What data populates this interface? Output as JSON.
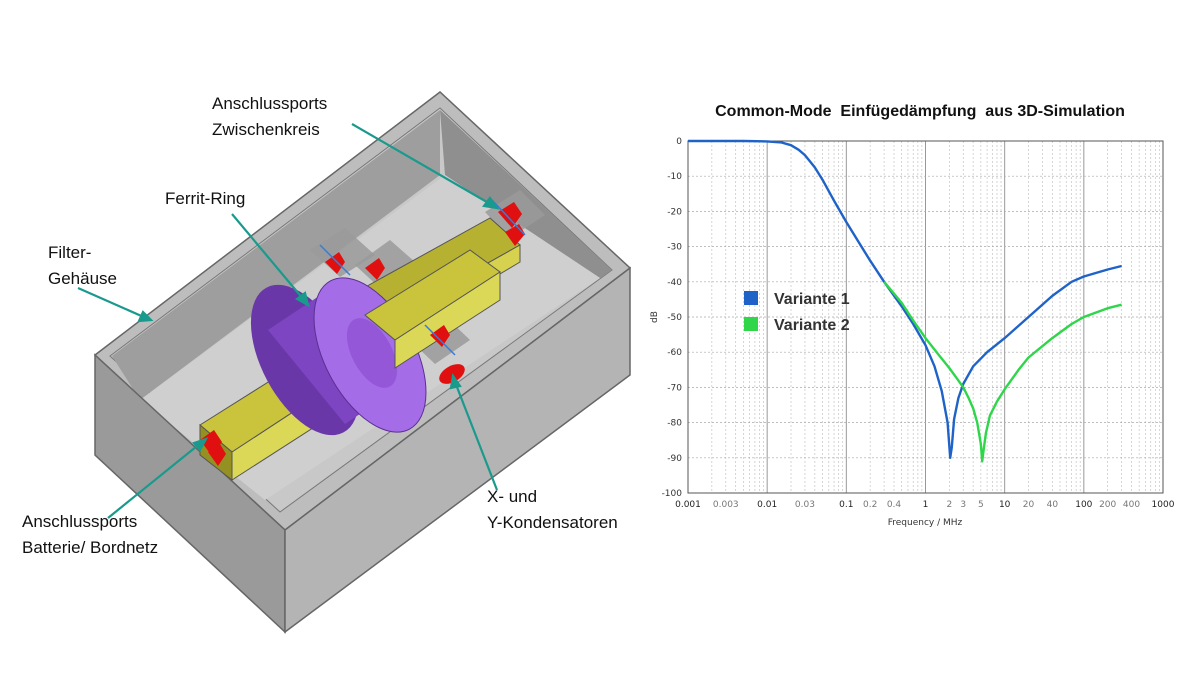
{
  "callouts": {
    "zwischenkreis": [
      "Anschlussports",
      "Zwischenkreis"
    ],
    "ferrit": [
      "Ferrit-Ring"
    ],
    "gehaeuse": [
      "Filter-",
      "Gehäuse"
    ],
    "batterie": [
      "Anschlussports",
      "Batterie/ Bordnetz"
    ],
    "kondensatoren": [
      "X- und",
      "Y-Kondensatoren"
    ]
  },
  "colors": {
    "arrow": "#1a9a8c",
    "ferrite": "#8a4fd0",
    "busbar": "#c9c43c",
    "housing": "#9c9c9c",
    "port": "#e01010",
    "series1": "#1f63c9",
    "series2": "#2fd64a"
  },
  "chart_data": {
    "type": "line",
    "title": "Common-Mode  Einfügedämpfung  aus 3D-Simulation",
    "xlabel": "Frequency / MHz",
    "ylabel": "dB",
    "xscale": "log",
    "xlim": [
      0.001,
      1000
    ],
    "ylim": [
      -100,
      0
    ],
    "grid": true,
    "legend_position": "left-middle",
    "xticks": [
      {
        "v": 0.001,
        "label": "0.001",
        "major": true
      },
      {
        "v": 0.003,
        "label": "0.003",
        "major": false
      },
      {
        "v": 0.01,
        "label": "0.01",
        "major": true
      },
      {
        "v": 0.03,
        "label": "0.03",
        "major": false
      },
      {
        "v": 0.1,
        "label": "0.1",
        "major": true
      },
      {
        "v": 0.2,
        "label": "0.2",
        "major": false
      },
      {
        "v": 0.4,
        "label": "0.4",
        "major": false
      },
      {
        "v": 1,
        "label": "1",
        "major": true
      },
      {
        "v": 2,
        "label": "2",
        "major": false
      },
      {
        "v": 3,
        "label": "3",
        "major": false
      },
      {
        "v": 5,
        "label": "5",
        "major": false
      },
      {
        "v": 10,
        "label": "10",
        "major": true
      },
      {
        "v": 20,
        "label": "20",
        "major": false
      },
      {
        "v": 40,
        "label": "40",
        "major": false
      },
      {
        "v": 100,
        "label": "100",
        "major": true
      },
      {
        "v": 200,
        "label": "200",
        "major": false
      },
      {
        "v": 400,
        "label": "400",
        "major": false
      },
      {
        "v": 1000,
        "label": "1000",
        "major": true
      }
    ],
    "yticks": [
      0,
      -10,
      -20,
      -30,
      -40,
      -50,
      -60,
      -70,
      -80,
      -90,
      -100
    ],
    "series": [
      {
        "name": "Variante 1",
        "color": "#1f63c9",
        "x": [
          0.001,
          0.005,
          0.01,
          0.015,
          0.02,
          0.025,
          0.03,
          0.04,
          0.05,
          0.07,
          0.1,
          0.15,
          0.2,
          0.3,
          0.5,
          0.7,
          1,
          1.3,
          1.6,
          1.9,
          2.05,
          2.15,
          2.3,
          2.6,
          3,
          4,
          6,
          10,
          20,
          40,
          70,
          100,
          200,
          300
        ],
        "y": [
          0,
          0,
          -0.1,
          -0.4,
          -1.2,
          -2.5,
          -4,
          -7.5,
          -11,
          -17,
          -23,
          -29.5,
          -34,
          -40,
          -47,
          -52,
          -58,
          -64,
          -71,
          -80,
          -90,
          -87,
          -79,
          -73,
          -69,
          -64,
          -60,
          -56,
          -50,
          -44,
          -40,
          -38.5,
          -36.5,
          -35.5
        ]
      },
      {
        "name": "Variante 2",
        "color": "#2fd64a",
        "x": [
          0.3,
          0.5,
          0.7,
          1,
          1.5,
          2,
          2.5,
          3,
          3.5,
          4,
          4.5,
          5,
          5.2,
          5.4,
          5.8,
          6.5,
          8,
          10,
          15,
          20,
          40,
          70,
          100,
          200,
          300
        ],
        "y": [
          -40,
          -46,
          -51,
          -56,
          -61,
          -64.5,
          -67.5,
          -70,
          -73,
          -76,
          -80,
          -86,
          -91,
          -88,
          -83,
          -78,
          -74,
          -70.5,
          -65,
          -61.5,
          -56,
          -52,
          -50,
          -47.5,
          -46.5
        ]
      }
    ]
  }
}
